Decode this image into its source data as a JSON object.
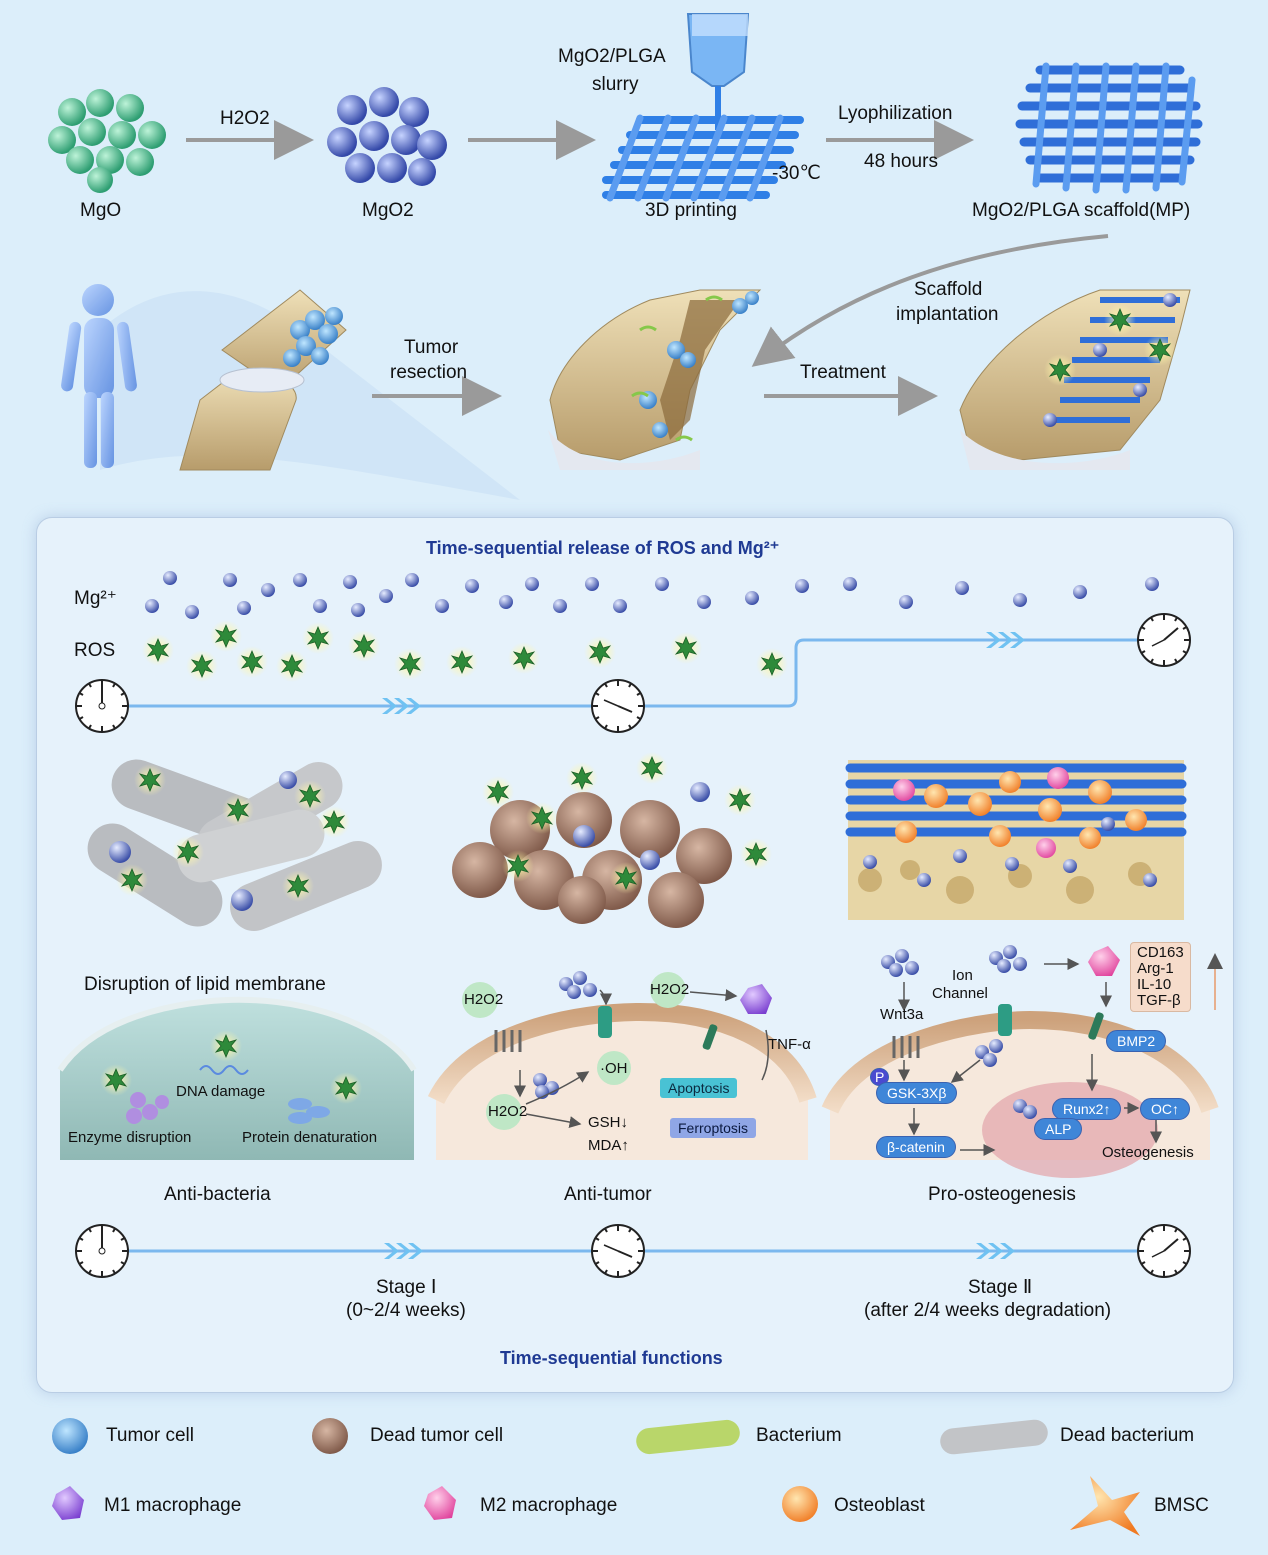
{
  "top_flow": {
    "mgo": "MgO",
    "h2o2_arrow": "H2O2",
    "mgo2": "MgO2",
    "slurry_line1": "MgO2/PLGA",
    "slurry_line2": "slurry",
    "printing": "3D printing",
    "temp": "-30℃",
    "lyophilization": "Lyophilization",
    "hours": "48 hours",
    "scaffold": "MgO2/PLGA scaffold(MP)"
  },
  "middle_flow": {
    "tumor_resection_1": "Tumor",
    "tumor_resection_2": "resection",
    "scaffold_impl_1": "Scaffold",
    "scaffold_impl_2": "implantation",
    "treatment": "Treatment"
  },
  "panel": {
    "title": "Time-sequential release of ROS and Mg²⁺",
    "mg_label": "Mg²⁺",
    "ros_label": "ROS",
    "bottom_title": "Time-sequential functions"
  },
  "anti_bacteria": {
    "heading": "Disruption of lipid membrane",
    "dna": "DNA damage",
    "enzyme": "Enzyme disruption",
    "protein": "Protein denaturation",
    "caption": "Anti-bacteria"
  },
  "anti_tumor": {
    "h2o2_a": "H2O2",
    "h2o2_b": "H2O2",
    "h2o2_c": "H2O2",
    "oh": "·OH",
    "gsh": "GSH↓",
    "mda": "MDA↑",
    "apoptosis": "Apoptosis",
    "ferroptosis": "Ferroptosis",
    "tnf": "TNF-α",
    "caption": "Anti-tumor"
  },
  "pro_osteo": {
    "ion_1": "Ion",
    "ion_2": "Channel",
    "wnt": "Wnt3a",
    "p": "P",
    "gsk": "GSK-3Xβ",
    "catenin": "β-catenin",
    "bmp2": "BMP2",
    "runx2": "Runx2↑",
    "oc": "OC↑",
    "alp": "ALP",
    "osteogenesis": "Osteogenesis",
    "markers": [
      "CD163",
      "Arg-1",
      "IL-10",
      "TGF-β"
    ],
    "caption": "Pro-osteogenesis"
  },
  "stages": {
    "stage1_1": "Stage Ⅰ",
    "stage1_2": "(0~2/4 weeks)",
    "stage2_1": "Stage Ⅱ",
    "stage2_2": "(after 2/4 weeks degradation)"
  },
  "legend": [
    "Tumor cell",
    "Dead tumor cell",
    "Bacterium",
    "Dead bacterium",
    "M1 macrophage",
    "M2 macrophage",
    "Osteoblast",
    "BMSC"
  ],
  "colors": {
    "background": "#dceefa",
    "title_blue": "#1f3a93",
    "mg_sphere": "#5b6bc4",
    "ros_star": "#2e8a3a",
    "timeline": "#7bb8ee",
    "scaffold_blue": "#2f7fe6"
  }
}
